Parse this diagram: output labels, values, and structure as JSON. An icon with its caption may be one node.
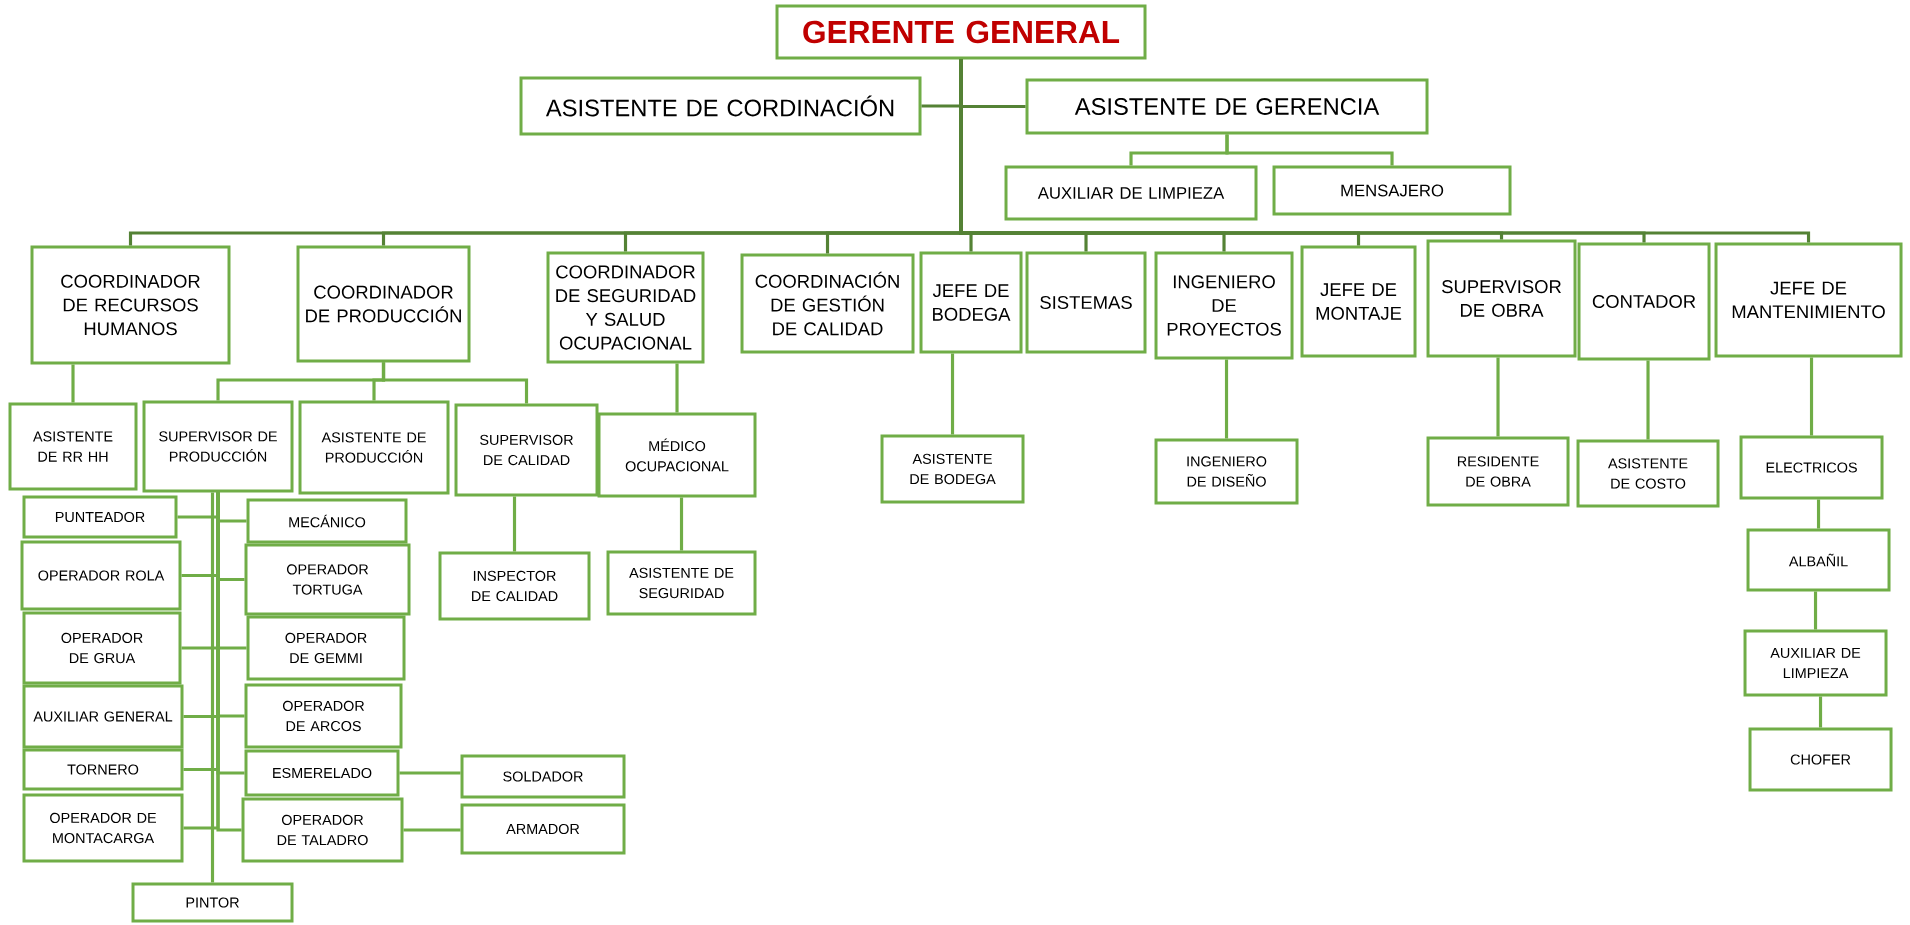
{
  "diagram": {
    "nodes": [
      {
        "text": [
          "GERENTE GENERAL"
        ]
      },
      {
        "text": [
          "ASISTENTE DE CORDINACIÓN"
        ]
      },
      {
        "text": [
          "ASISTENTE DE GERENCIA"
        ]
      },
      {
        "text": [
          "AUXILIAR DE LIMPIEZA"
        ]
      },
      {
        "text": [
          "MENSAJERO"
        ]
      },
      {
        "text": [
          "COORDINADOR DE RECURSOS HUMANOS"
        ]
      },
      {
        "text": [
          "COORDINADOR DE PRODUCCIÓN"
        ]
      },
      {
        "text": [
          "COORDINADOR DE SEGURIDAD Y SALUD OCUPACIONAL"
        ]
      },
      {
        "text": [
          "COORDINACIÓN DE GESTIÓN DE CALIDAD"
        ]
      },
      {
        "text": [
          "JEFE DE BODEGA"
        ]
      },
      {
        "text": [
          "SISTEMAS"
        ]
      },
      {
        "text": [
          "INGENIERO DE PROYECTOS"
        ]
      },
      {
        "text": [
          "JEFE DE MONTAJE"
        ]
      },
      {
        "text": [
          "SUPERVISOR DE OBRA"
        ]
      },
      {
        "text": [
          "CONTADOR"
        ]
      },
      {
        "text": [
          "JEFE DE MANTENIMIENTO"
        ]
      },
      {
        "text": [
          "ASISTENTE DE RR HH"
        ]
      },
      {
        "text": [
          "SUPERVISOR DE PRODUCCIÓN"
        ]
      },
      {
        "text": [
          "ASISTENTE DE PRODUCCIÓN"
        ]
      },
      {
        "text": [
          "SUPERVISOR DE CALIDAD"
        ]
      },
      {
        "text": [
          "MÉDICO OCUPACIONAL"
        ]
      },
      {
        "text": [
          "INSPECTOR DE CALIDAD"
        ]
      },
      {
        "text": [
          "ASISTENTE DE SEGURIDAD"
        ]
      },
      {
        "text": [
          "ASISTENTE DE BODEGA"
        ]
      },
      {
        "text": [
          "INGENIERO DE DISEÑO"
        ]
      },
      {
        "text": [
          "RESIDENTE DE OBRA"
        ]
      },
      {
        "text": [
          "ASISTENTE DE COSTO"
        ]
      },
      {
        "text": [
          "ELECTRICOS"
        ]
      },
      {
        "text": [
          "ALBAÑIL"
        ]
      },
      {
        "text": [
          "AUXILIAR DE LIMPIEZA"
        ]
      },
      {
        "text": [
          "CHOFER"
        ]
      },
      {
        "text": [
          "PUNTEADOR"
        ]
      },
      {
        "text": [
          "MECÁNICO"
        ]
      },
      {
        "text": [
          "OPERADOR ROLA"
        ]
      },
      {
        "text": [
          "OPERADOR TORTUGA"
        ]
      },
      {
        "text": [
          "OPERADOR DE GRUA"
        ]
      },
      {
        "text": [
          "OPERADOR DE GEMMI"
        ]
      },
      {
        "text": [
          "AUXILIAR GENERAL"
        ]
      },
      {
        "text": [
          "OPERADOR DE ARCOS"
        ]
      },
      {
        "text": [
          "TORNERO"
        ]
      },
      {
        "text": [
          "ESMERELADO"
        ]
      },
      {
        "text": [
          "SOLDADOR"
        ]
      },
      {
        "text": [
          "OPERADOR DE MONTACARGA"
        ]
      },
      {
        "text": [
          "OPERADOR DE TALADRO"
        ]
      },
      {
        "text": [
          "ARMADOR"
        ]
      },
      {
        "text": [
          "PINTOR"
        ]
      }
    ],
    "edges": [
      {
        "from": 0,
        "to": 1,
        "arrow": "none",
        "color": "#548235"
      },
      {
        "from": 0,
        "to": 2,
        "arrow": "none",
        "color": "#548235"
      },
      {
        "from": 2,
        "to": 3,
        "arrow": "none"
      },
      {
        "from": 2,
        "to": 4,
        "arrow": "none"
      },
      {
        "from": 0,
        "to": 5,
        "arrow": "none",
        "color": "#548235"
      },
      {
        "from": 0,
        "to": 6,
        "arrow": "none",
        "color": "#548235"
      },
      {
        "from": 0,
        "to": 7,
        "arrow": "none",
        "color": "#548235"
      },
      {
        "from": 0,
        "to": 8,
        "arrow": "none",
        "color": "#548235"
      },
      {
        "from": 0,
        "to": 9,
        "arrow": "none",
        "color": "#548235"
      },
      {
        "from": 0,
        "to": 10,
        "arrow": "none",
        "color": "#548235"
      },
      {
        "from": 0,
        "to": 11,
        "arrow": "none",
        "color": "#548235"
      },
      {
        "from": 0,
        "to": 12,
        "arrow": "none",
        "color": "#548235"
      },
      {
        "from": 0,
        "to": 13,
        "arrow": "none",
        "color": "#548235"
      },
      {
        "from": 0,
        "to": 14,
        "arrow": "none",
        "color": "#548235"
      },
      {
        "from": 0,
        "to": 15,
        "arrow": "none",
        "color": "#548235"
      },
      {
        "from": 5,
        "to": 16,
        "arrow": "none"
      },
      {
        "from": 6,
        "to": 17,
        "arrow": "none"
      },
      {
        "from": 6,
        "to": 18,
        "arrow": "none"
      },
      {
        "from": 6,
        "to": 19,
        "arrow": "none"
      },
      {
        "from": 7,
        "to": 20,
        "arrow": "none"
      },
      {
        "from": 20,
        "to": 22,
        "arrow": "none"
      },
      {
        "from": 19,
        "to": 21,
        "arrow": "none"
      },
      {
        "from": 9,
        "to": 23,
        "arrow": "none"
      },
      {
        "from": 11,
        "to": 24,
        "arrow": "none"
      },
      {
        "from": 13,
        "to": 25,
        "arrow": "none"
      },
      {
        "from": 14,
        "to": 26,
        "arrow": "none"
      },
      {
        "from": 15,
        "to": 27,
        "arrow": "none"
      },
      {
        "from": 27,
        "to": 28,
        "arrow": "none"
      },
      {
        "from": 28,
        "to": 29,
        "arrow": "none"
      },
      {
        "from": 29,
        "to": 30,
        "arrow": "none"
      },
      {
        "from": 17,
        "to": 31,
        "arrow": "none"
      },
      {
        "from": 17,
        "to": 32,
        "arrow": "none"
      },
      {
        "from": 17,
        "to": 33,
        "arrow": "none"
      },
      {
        "from": 17,
        "to": 34,
        "arrow": "none"
      },
      {
        "from": 17,
        "to": 35,
        "arrow": "none"
      },
      {
        "from": 17,
        "to": 36,
        "arrow": "none"
      },
      {
        "from": 17,
        "to": 37,
        "arrow": "none"
      },
      {
        "from": 17,
        "to": 38,
        "arrow": "none"
      },
      {
        "from": 17,
        "to": 39,
        "arrow": "none"
      },
      {
        "from": 17,
        "to": 40,
        "arrow": "none"
      },
      {
        "from": 17,
        "to": 42,
        "arrow": "none"
      },
      {
        "from": 17,
        "to": 43,
        "arrow": "none"
      },
      {
        "from": 17,
        "to": 45,
        "arrow": "none"
      },
      {
        "from": 40,
        "to": 41,
        "arrow": "none"
      },
      {
        "from": 43,
        "to": 44,
        "arrow": "none"
      }
    ]
  }
}
